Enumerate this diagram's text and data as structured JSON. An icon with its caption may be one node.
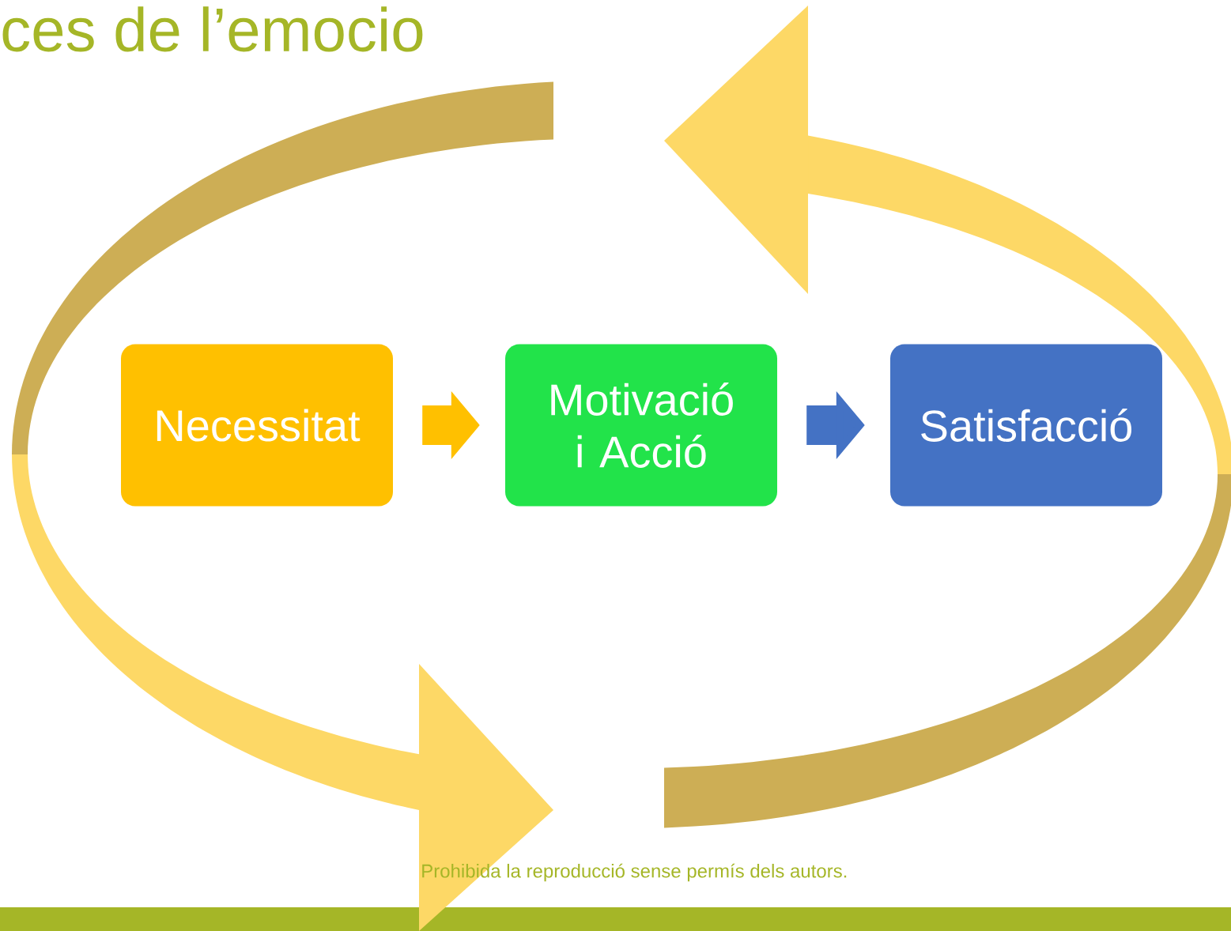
{
  "diagram": {
    "title": "ces de l’emocio",
    "nodes": [
      {
        "text": [
          "Necessitat"
        ]
      },
      {
        "text": [
          "Motivació i Acció"
        ]
      },
      {
        "text": [
          "Satisfacció"
        ]
      }
    ],
    "edges": [
      {
        "from": 0,
        "to": 1,
        "arrow": "to",
        "color": "#ffc000"
      },
      {
        "from": 1,
        "to": 2,
        "arrow": "to",
        "color": "#4472c4"
      }
    ],
    "labels": [
      "Prohibida la reproducció sense permís dels autors."
    ]
  }
}
